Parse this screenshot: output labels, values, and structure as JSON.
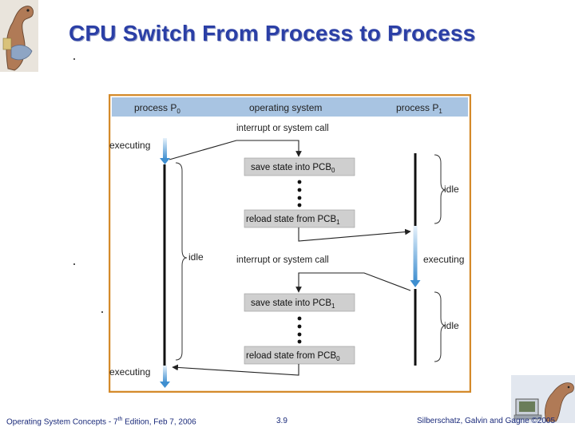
{
  "title": "CPU Switch From Process to Process",
  "diagram": {
    "header": {
      "left": "process P",
      "left_sub": "0",
      "center": "operating system",
      "right": "process P",
      "right_sub": "1"
    },
    "labels": {
      "interrupt1": "interrupt or system call",
      "interrupt2": "interrupt or system call",
      "executing_top": "executing",
      "executing_bottom": "executing",
      "executing_right": "executing",
      "idle_left": "idle",
      "idle_right_top": "idle",
      "idle_right_bottom": "idle"
    },
    "boxes": [
      {
        "text": "save state into PCB",
        "sub": "0"
      },
      {
        "text": "reload state from PCB",
        "sub": "1"
      },
      {
        "text": "save state into PCB",
        "sub": "1"
      },
      {
        "text": "reload state from PCB",
        "sub": "0"
      }
    ]
  },
  "footer": {
    "left_prefix": "Operating System Concepts - 7",
    "left_sup": "th",
    "left_suffix": " Edition, Feb 7, 2006",
    "center": "3.9",
    "right": "Silberschatz, Galvin and Gagne ©2005"
  },
  "colors": {
    "title": "#2b3fa6",
    "diagram_border": "#d48a2a",
    "header_bar": "#a8c4e2",
    "box_fill": "#cfcfcf",
    "arrow_blue": "#3f8fd0"
  }
}
